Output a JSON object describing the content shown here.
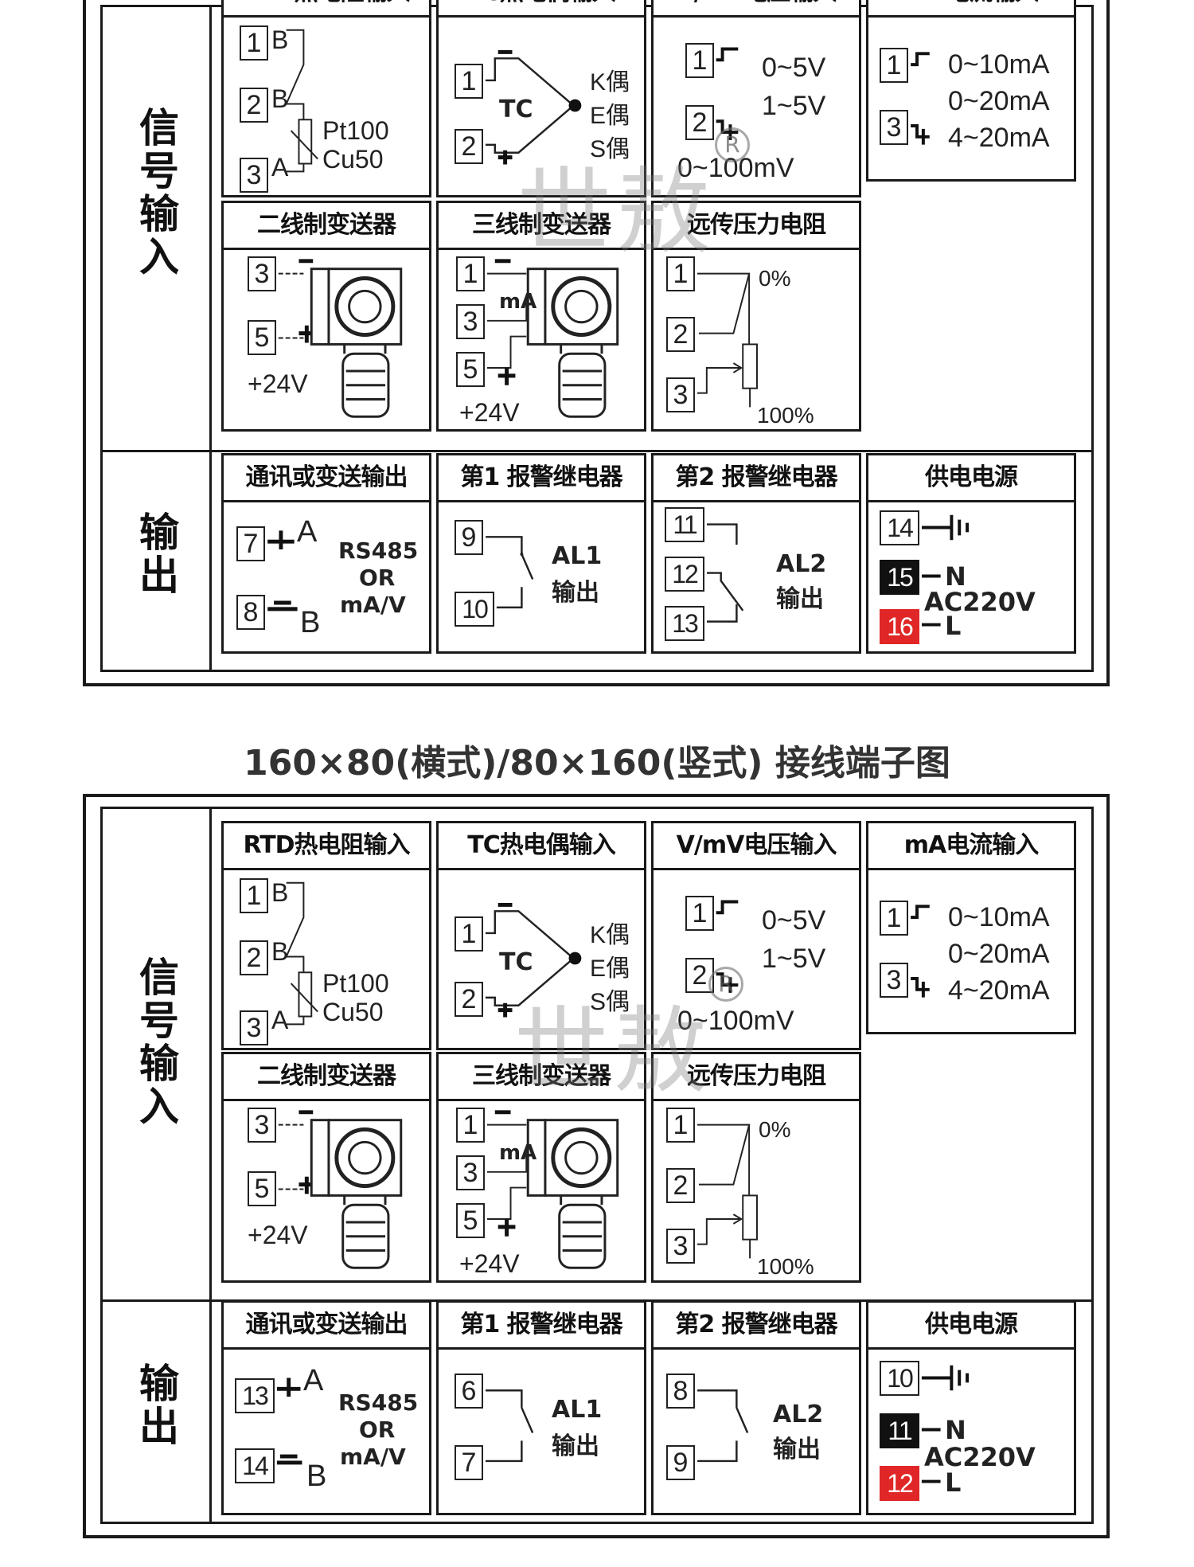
{
  "top": {
    "side_labels": {
      "input": [
        "信",
        "号",
        "输",
        "入"
      ],
      "output": [
        "输",
        "出"
      ]
    },
    "cards": {
      "rtd": {
        "title": "RTD热电阻输入",
        "terms": [
          "1",
          "2",
          "3"
        ],
        "letters": [
          "B",
          "B",
          "A"
        ],
        "sensor": [
          "Pt100",
          "Cu50"
        ]
      },
      "tc": {
        "title": "TC热电偶输入",
        "terms": [
          "1",
          "2"
        ],
        "minus": "−",
        "plus": "+",
        "mid": "TC",
        "types": [
          "K偶",
          "E偶",
          "S偶"
        ]
      },
      "vmv": {
        "title": "V/mV电压输入",
        "terms": [
          "1",
          "2"
        ],
        "ranges": [
          "0~5V",
          "1~5V",
          "0~100mV"
        ]
      },
      "ma": {
        "title": "mA电流输入",
        "terms": [
          "1",
          "3"
        ],
        "ranges": [
          "0~10mA",
          "0~20mA",
          "4~20mA"
        ]
      },
      "two_wire": {
        "title": "二线制变送器",
        "terms": [
          "3",
          "5"
        ],
        "supply": "+24V"
      },
      "three_wire": {
        "title": "三线制变送器",
        "terms": [
          "1",
          "3",
          "5"
        ],
        "unit": "mA",
        "supply": "+24V"
      },
      "remote": {
        "title": "远传压力电阻",
        "terms": [
          "1",
          "2",
          "3"
        ],
        "low": "0%",
        "high": "100%"
      },
      "comm": {
        "title": "通讯或变送输出",
        "terms": [
          "7",
          "8"
        ],
        "letters": [
          "A",
          "B"
        ],
        "lines": [
          "RS485",
          "OR",
          "mA/V"
        ]
      },
      "alarm1": {
        "title": "第1 报警继电器",
        "terms": [
          "9",
          "10"
        ],
        "lines": [
          "AL1",
          "输出"
        ]
      },
      "alarm2": {
        "title": "第2 报警继电器",
        "terms": [
          "11",
          "12",
          "13"
        ],
        "lines": [
          "AL2",
          "输出"
        ]
      },
      "power": {
        "title": "供电电源",
        "terms": [
          "14",
          "15",
          "16"
        ],
        "letters": [
          "N",
          "L"
        ],
        "voltage": "AC220V"
      }
    }
  },
  "caption": "160×80(横式)/80×160(竖式) 接线端子图",
  "bottom": {
    "side_labels": {
      "input": [
        "信",
        "号",
        "输",
        "入"
      ],
      "output": [
        "输",
        "出"
      ]
    },
    "cards": {
      "rtd": {
        "title": "RTD热电阻输入",
        "terms": [
          "1",
          "2",
          "3"
        ],
        "letters": [
          "B",
          "B",
          "A"
        ],
        "sensor": [
          "Pt100",
          "Cu50"
        ]
      },
      "tc": {
        "title": "TC热电偶输入",
        "terms": [
          "1",
          "2"
        ],
        "mid": "TC",
        "types": [
          "K偶",
          "E偶",
          "S偶"
        ]
      },
      "vmv": {
        "title": "V/mV电压输入",
        "terms": [
          "1",
          "2"
        ],
        "ranges": [
          "0~5V",
          "1~5V",
          "0~100mV"
        ]
      },
      "ma": {
        "title": "mA电流输入",
        "terms": [
          "1",
          "3"
        ],
        "ranges": [
          "0~10mA",
          "0~20mA",
          "4~20mA"
        ]
      },
      "two_wire": {
        "title": "二线制变送器",
        "terms": [
          "3",
          "5"
        ],
        "supply": "+24V"
      },
      "three_wire": {
        "title": "三线制变送器",
        "terms": [
          "1",
          "3",
          "5"
        ],
        "unit": "mA",
        "supply": "+24V"
      },
      "remote": {
        "title": "远传压力电阻",
        "terms": [
          "1",
          "2",
          "3"
        ],
        "low": "0%",
        "high": "100%"
      },
      "comm": {
        "title": "通讯或变送输出",
        "terms": [
          "13",
          "14"
        ],
        "letters": [
          "A",
          "B"
        ],
        "lines": [
          "RS485",
          "OR",
          "mA/V"
        ]
      },
      "alarm1": {
        "title": "第1 报警继电器",
        "terms": [
          "6",
          "7"
        ],
        "lines": [
          "AL1",
          "输出"
        ]
      },
      "alarm2": {
        "title": "第2 报警继电器",
        "terms": [
          "8",
          "9"
        ],
        "lines": [
          "AL2",
          "输出"
        ]
      },
      "power": {
        "title": "供电电源",
        "terms": [
          "10",
          "11",
          "12"
        ],
        "letters": [
          "N",
          "L"
        ],
        "voltage": "AC220V"
      }
    }
  },
  "watermark": {
    "text": "世敖",
    "reg_mark": "R"
  },
  "colors": {
    "line": "#1a1a1a",
    "accent_red": "#e02626",
    "terminal_black": "#111111"
  }
}
